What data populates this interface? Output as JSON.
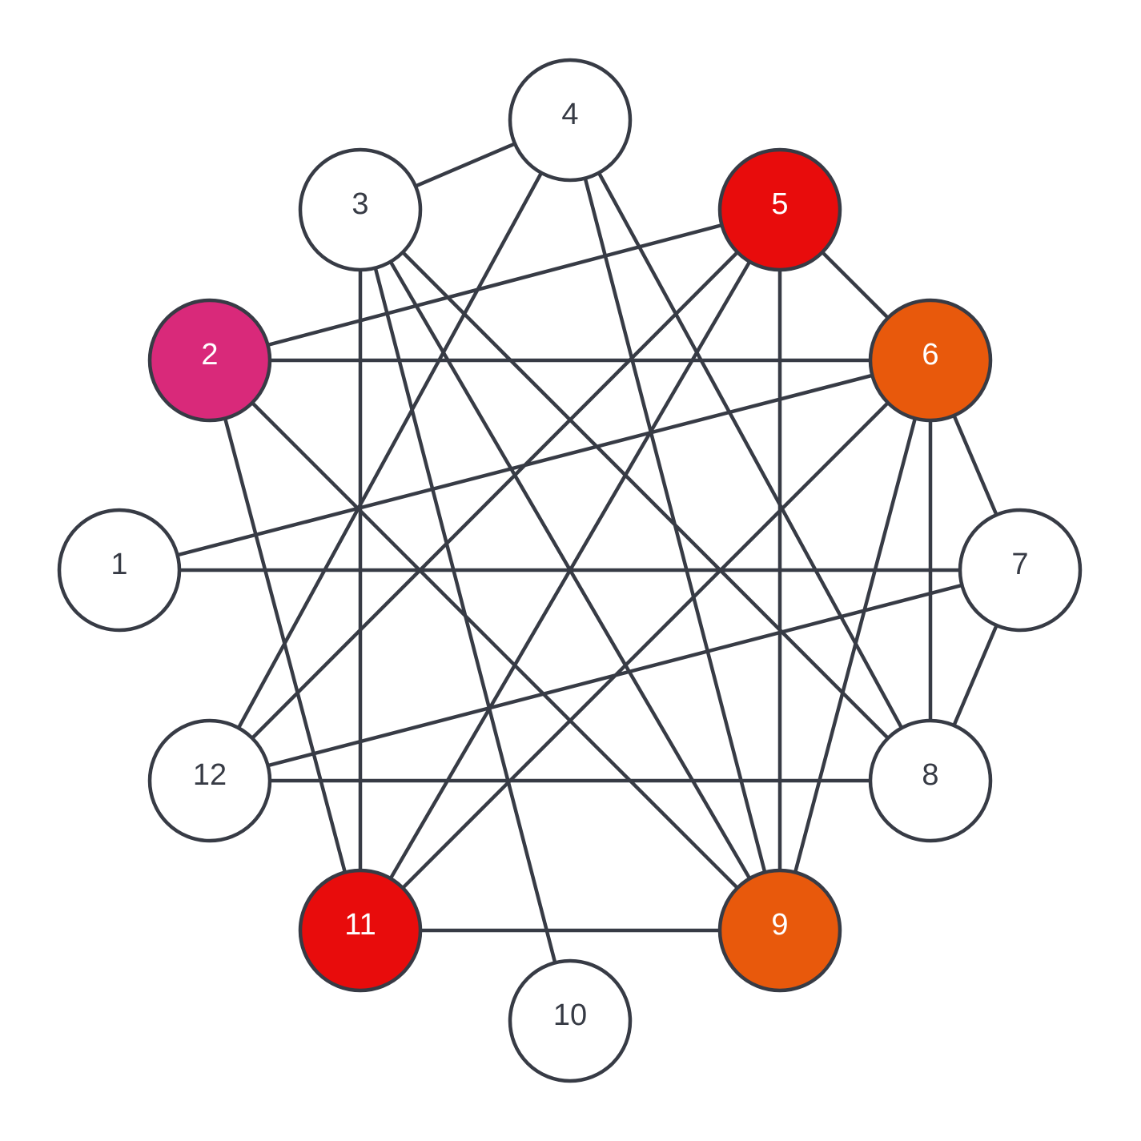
{
  "graph": {
    "colors": {
      "stroke": "#373b45",
      "default_fill": "#ffffff",
      "default_text": "#373b45",
      "highlight_text": "#ffffff"
    },
    "nodes": [
      {
        "id": "1",
        "label": "1",
        "fill": "#ffffff"
      },
      {
        "id": "2",
        "label": "2",
        "fill": "#d9297a"
      },
      {
        "id": "3",
        "label": "3",
        "fill": "#ffffff"
      },
      {
        "id": "4",
        "label": "4",
        "fill": "#ffffff"
      },
      {
        "id": "5",
        "label": "5",
        "fill": "#e80c0c"
      },
      {
        "id": "6",
        "label": "6",
        "fill": "#e8590c"
      },
      {
        "id": "7",
        "label": "7",
        "fill": "#ffffff"
      },
      {
        "id": "8",
        "label": "8",
        "fill": "#ffffff"
      },
      {
        "id": "9",
        "label": "9",
        "fill": "#e8590c"
      },
      {
        "id": "10",
        "label": "10",
        "fill": "#ffffff"
      },
      {
        "id": "11",
        "label": "11",
        "fill": "#e80c0c"
      },
      {
        "id": "12",
        "label": "12",
        "fill": "#ffffff"
      }
    ],
    "edges": [
      [
        "3",
        "4"
      ],
      [
        "4",
        "12"
      ],
      [
        "4",
        "9"
      ],
      [
        "4",
        "8"
      ],
      [
        "3",
        "11"
      ],
      [
        "3",
        "10"
      ],
      [
        "3",
        "9"
      ],
      [
        "3",
        "8"
      ],
      [
        "2",
        "5"
      ],
      [
        "2",
        "6"
      ],
      [
        "2",
        "11"
      ],
      [
        "2",
        "9"
      ],
      [
        "5",
        "6"
      ],
      [
        "5",
        "12"
      ],
      [
        "5",
        "11"
      ],
      [
        "5",
        "9"
      ],
      [
        "6",
        "1"
      ],
      [
        "6",
        "7"
      ],
      [
        "6",
        "8"
      ],
      [
        "6",
        "9"
      ],
      [
        "6",
        "11"
      ],
      [
        "1",
        "7"
      ],
      [
        "7",
        "12"
      ],
      [
        "7",
        "8"
      ],
      [
        "12",
        "8"
      ],
      [
        "11",
        "9"
      ]
    ]
  }
}
